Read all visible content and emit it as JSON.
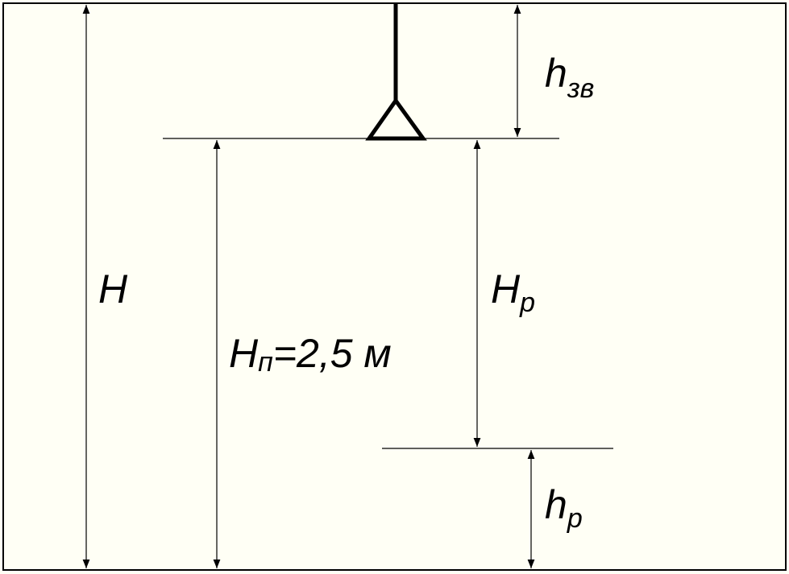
{
  "diagram": {
    "colors": {
      "background": "#fffff5",
      "ink": "#000000"
    },
    "labels": {
      "H": {
        "main": "H",
        "sub": ""
      },
      "h_zv": {
        "main": "h",
        "sub": "зв"
      },
      "H_p": {
        "main": "H",
        "sub": "п",
        "tail": "=2,5 м"
      },
      "H_r": {
        "main": "H",
        "sub": "р"
      },
      "h_r": {
        "main": "h",
        "sub": "р"
      }
    }
  }
}
